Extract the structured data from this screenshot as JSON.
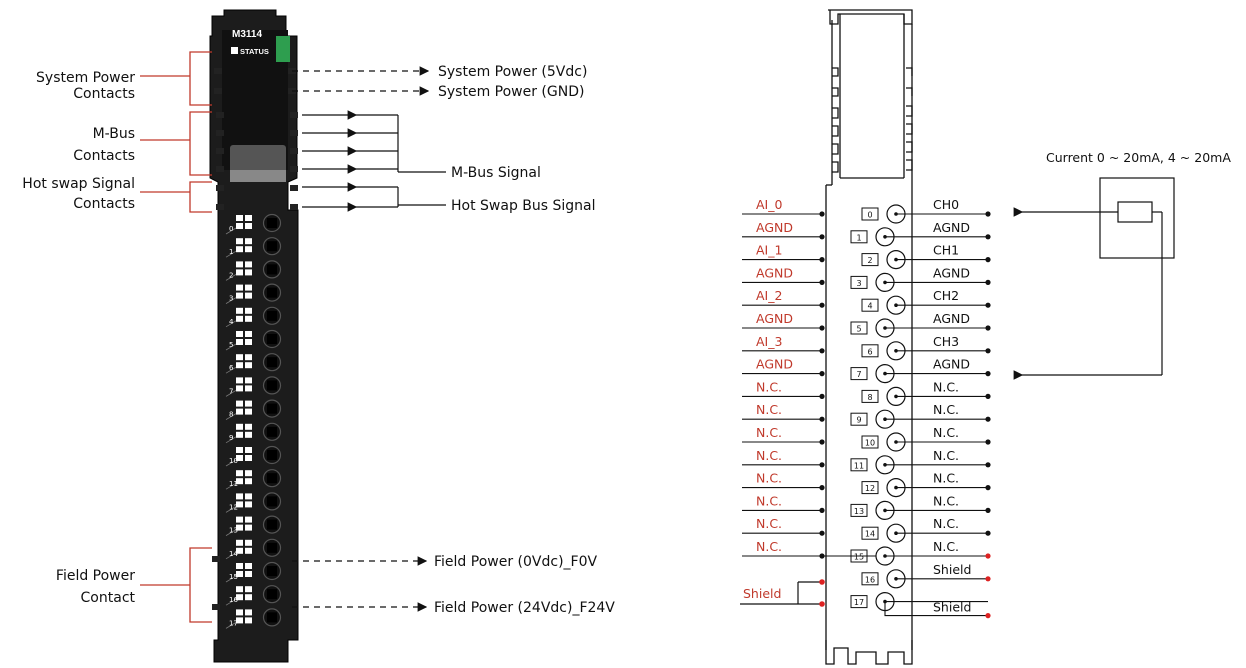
{
  "module": {
    "model": "M3114",
    "status_label": "STATUS"
  },
  "left_labels": {
    "system_power": [
      "System Power",
      "Contacts"
    ],
    "mbus": [
      "M-Bus",
      "Contacts"
    ],
    "hotswap": [
      "Hot swap Signal",
      "Contacts"
    ],
    "field_power": [
      "Field Power",
      "Contact"
    ]
  },
  "right_labels": {
    "sys_5v": "System Power (5Vdc)",
    "sys_gnd": "System Power (GND)",
    "mbus_signal": "M-Bus Signal",
    "hotswap_signal": "Hot Swap Bus Signal",
    "field_0v": "Field Power (0Vdc)_F0V",
    "field_24v": "Field Power (24Vdc)_F24V"
  },
  "terminal_numbers": [
    "0",
    "1",
    "2",
    "3",
    "4",
    "5",
    "6",
    "7",
    "8",
    "9",
    "10",
    "11",
    "12",
    "13",
    "14",
    "15",
    "16",
    "17"
  ],
  "wiring": {
    "current_source_label": "Current 0 ~ 20mA, 4 ~ 20mA",
    "left_signals": [
      "AI_0",
      "AGND",
      "AI_1",
      "AGND",
      "AI_2",
      "AGND",
      "AI_3",
      "AGND",
      "N.C.",
      "N.C.",
      "N.C.",
      "N.C.",
      "N.C.",
      "N.C.",
      "N.C.",
      "N.C."
    ],
    "left_shield": "Shield",
    "right_signals": [
      "CH0",
      "AGND",
      "CH1",
      "AGND",
      "CH2",
      "AGND",
      "CH3",
      "AGND",
      "N.C.",
      "N.C.",
      "N.C.",
      "N.C.",
      "N.C.",
      "N.C.",
      "N.C.",
      "N.C.",
      "Shield",
      "Shield"
    ]
  },
  "colors": {
    "accent_red": "#c0392b",
    "device_body": "#1c1c1c",
    "status_led": "#2e9e4f"
  }
}
